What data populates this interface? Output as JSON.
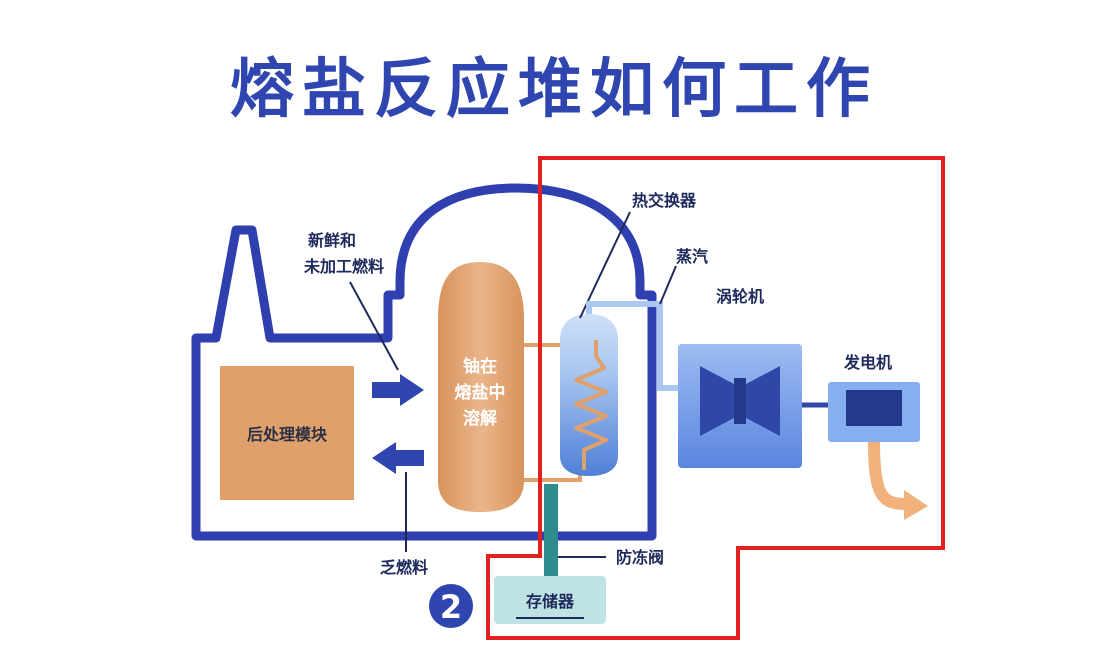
{
  "title": "熔盐反应堆如何工作",
  "labels": {
    "fresh_fuel_line1": "新鲜和",
    "fresh_fuel_line2": "未加工燃料",
    "post_processing": "后处理模块",
    "vessel_line1": "铀在",
    "vessel_line2": "熔盐中",
    "vessel_line3": "溶解",
    "heat_exchanger": "热交换器",
    "steam": "蒸汽",
    "turbine": "涡轮机",
    "generator": "发电机",
    "spent_fuel": "乏燃料",
    "freeze_valve": "防冻阀",
    "storage": "存储器",
    "badge_number": "2"
  },
  "colors": {
    "title": "#2f45b0",
    "building_outline": "#2f3fb0",
    "highlight_box": "#e32020",
    "vessel": "#e2a778",
    "post_processing": "#e0a06c",
    "heat_exchanger": "#a9c7f0",
    "turbine_box": "#6f98ea",
    "generator_box": "#86aff2",
    "storage": "#bfe3e3",
    "freeze_valve": "#2f8c8c",
    "arrow_blue": "#2f45b0",
    "arrow_orange": "#f0b27a"
  }
}
